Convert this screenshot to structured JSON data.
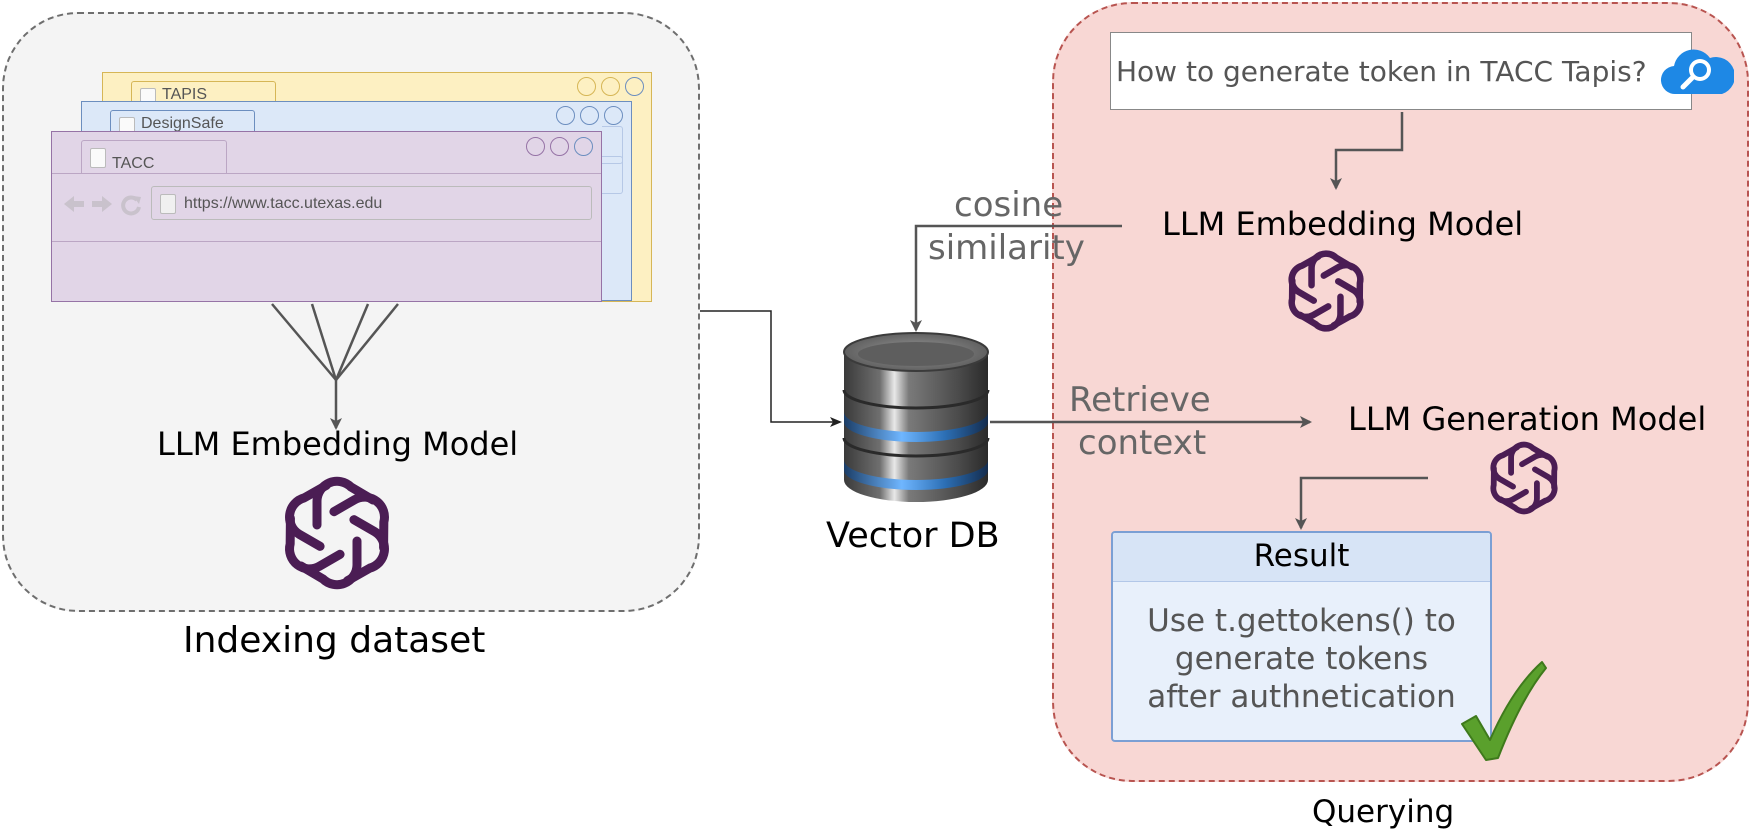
{
  "indexing": {
    "title": "Indexing dataset",
    "embedding_label": "LLM Embedding Model",
    "browsers": [
      {
        "tab": "TAPIS",
        "color": "#fdf0c2",
        "border": "#d6b656"
      },
      {
        "tab": "DesignSafe",
        "color": "#dce8f8",
        "border": "#6c8ebf"
      },
      {
        "tab": "TACC",
        "color": "#e1d5e7",
        "border": "#9673a6",
        "url": "https://www.tacc.utexas.edu"
      }
    ]
  },
  "vector_db": {
    "label": "Vector DB"
  },
  "querying": {
    "title": "Querying",
    "query_text": "How to generate token in TACC Tapis?",
    "embedding_label": "LLM Embedding Model",
    "generation_label": "LLM Generation Model",
    "cosine_label_line1": "cosine",
    "cosine_label_line2": "similarity",
    "retrieve_label_line1": "Retrieve",
    "retrieve_label_line2": "context",
    "result": {
      "header": "Result",
      "lines": [
        "Use t.gettokens() to",
        "generate tokens",
        "after authnetication"
      ]
    }
  },
  "colors": {
    "openai_logo": "#4b1d54",
    "checkmark": "#5aa02c",
    "querying_bg": "#f8d7d4",
    "indexing_bg": "#f4f4f4"
  },
  "icons": [
    "openai-logo-icon",
    "database-icon",
    "cloud-search-icon",
    "checkmark-icon",
    "document-icon",
    "back-arrow-icon",
    "forward-arrow-icon",
    "reload-icon"
  ]
}
